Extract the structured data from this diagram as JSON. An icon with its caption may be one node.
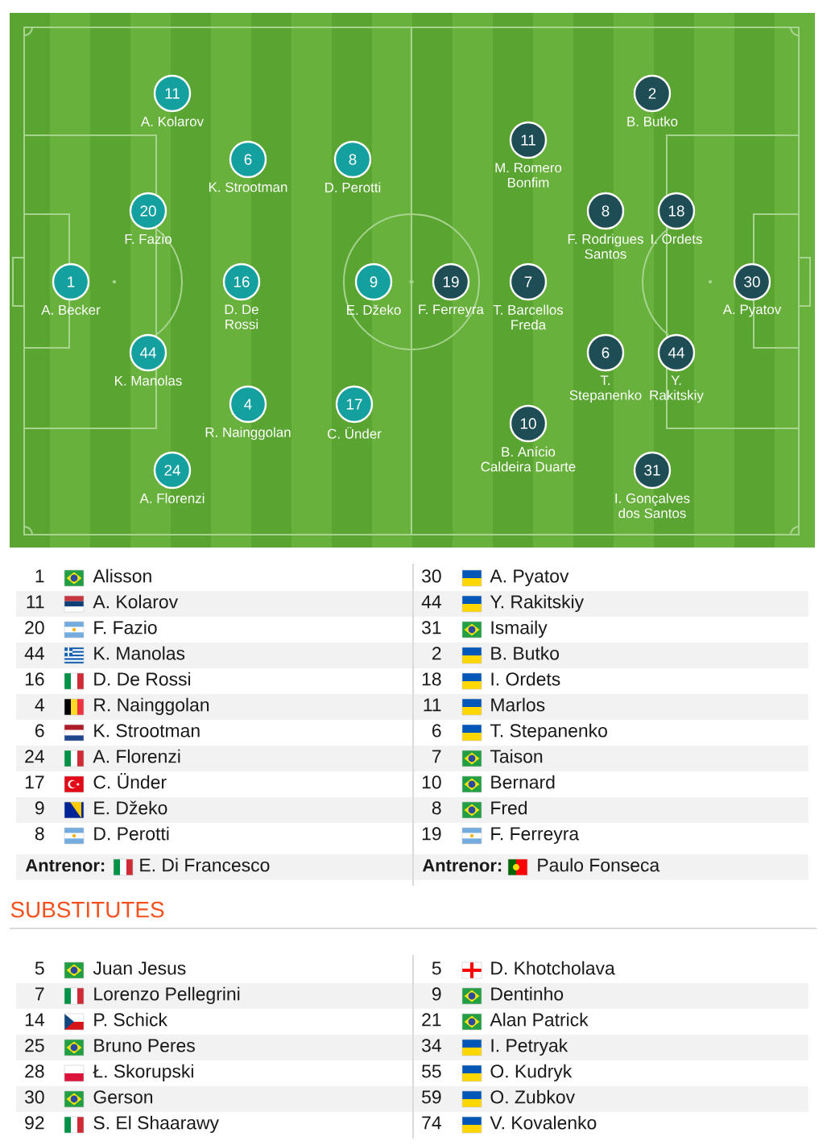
{
  "diagram": {
    "nodes": [
      {
        "text": [
          "1"
        ],
        "beside": [
          "A. Becker"
        ]
      },
      {
        "text": [
          "11"
        ],
        "beside": [
          "A. Kolarov"
        ]
      },
      {
        "text": [
          "20"
        ],
        "beside": [
          "F. Fazio"
        ]
      },
      {
        "text": [
          "44"
        ],
        "beside": [
          "K. Manolas"
        ]
      },
      {
        "text": [
          "24"
        ],
        "beside": [
          "A. Florenzi"
        ]
      },
      {
        "text": [
          "6"
        ],
        "beside": [
          "K. Strootman"
        ]
      },
      {
        "text": [
          "16"
        ],
        "beside": [
          "D. De Rossi"
        ]
      },
      {
        "text": [
          "4"
        ],
        "beside": [
          "R. Nainggolan"
        ]
      },
      {
        "text": [
          "8"
        ],
        "beside": [
          "D. Perotti"
        ]
      },
      {
        "text": [
          "9"
        ],
        "beside": [
          "E. Džeko"
        ]
      },
      {
        "text": [
          "17"
        ],
        "beside": [
          "C. Ünder"
        ]
      },
      {
        "text": [
          "19"
        ],
        "beside": [
          "F. Ferreyra"
        ]
      },
      {
        "text": [
          "11"
        ],
        "beside": [
          "M. Romero Bonfim"
        ]
      },
      {
        "text": [
          "7"
        ],
        "beside": [
          "T. Barcellos Freda"
        ]
      },
      {
        "text": [
          "10"
        ],
        "beside": [
          "B. Anício Caldeira Duarte"
        ]
      },
      {
        "text": [
          "8"
        ],
        "beside": [
          "F. Rodrigues Santos"
        ]
      },
      {
        "text": [
          "6"
        ],
        "beside": [
          "T. Stepanenko"
        ]
      },
      {
        "text": [
          "2"
        ],
        "beside": [
          "B. Butko"
        ]
      },
      {
        "text": [
          "31"
        ],
        "beside": [
          "I. Gonçalves dos Santos"
        ]
      },
      {
        "text": [
          "18"
        ],
        "beside": [
          "I. Ordets"
        ]
      },
      {
        "text": [
          "44"
        ],
        "beside": [
          "Y. Rakitskiy"
        ]
      },
      {
        "text": [
          "30"
        ],
        "beside": [
          "A. Pyatov"
        ]
      }
    ],
    "labels": [
      "1",
      "Alisson",
      "30",
      "A. Pyatov",
      "11",
      "A. Kolarov",
      "44",
      "Y. Rakitskiy",
      "20",
      "F. Fazio",
      "31",
      "Ismaily",
      "44",
      "K. Manolas",
      "2",
      "B. Butko",
      "16",
      "D. De Rossi",
      "18",
      "I. Ordets",
      "4",
      "R. Nainggolan",
      "11",
      "Marlos",
      "6",
      "K. Strootman",
      "6",
      "T. Stepanenko",
      "24",
      "A. Florenzi",
      "7",
      "Taison",
      "17",
      "C. Ünder",
      "10",
      "Bernard",
      "9",
      "E. Džeko",
      "8",
      "Fred",
      "8",
      "D. Perotti",
      "19",
      "F. Ferreyra",
      "Antrenor:",
      "E. Di Francesco",
      "Antrenor:",
      "Paulo Fonseca",
      "SUBSTITUTES",
      "5",
      "Juan Jesus",
      "5",
      "D. Khotcholava",
      "7",
      "Lorenzo Pellegrini",
      "9",
      "Dentinho",
      "14",
      "P. Schick",
      "21",
      "Alan Patrick",
      "25",
      "Bruno Peres",
      "34",
      "I. Petryak",
      "28",
      "Ł. Skorupski",
      "55",
      "O. Kudryk",
      "30",
      "Gerson",
      "59",
      "O. Zubkov",
      "92",
      "S. El Shaarawy",
      "74",
      "V. Kovalenko"
    ]
  }
}
